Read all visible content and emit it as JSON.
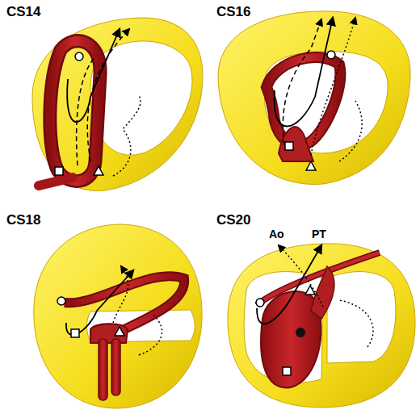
{
  "diagram": {
    "labels": [
      "CS14",
      "CS16",
      "CS18",
      "CS20",
      "Ao",
      "PT"
    ]
  }
}
